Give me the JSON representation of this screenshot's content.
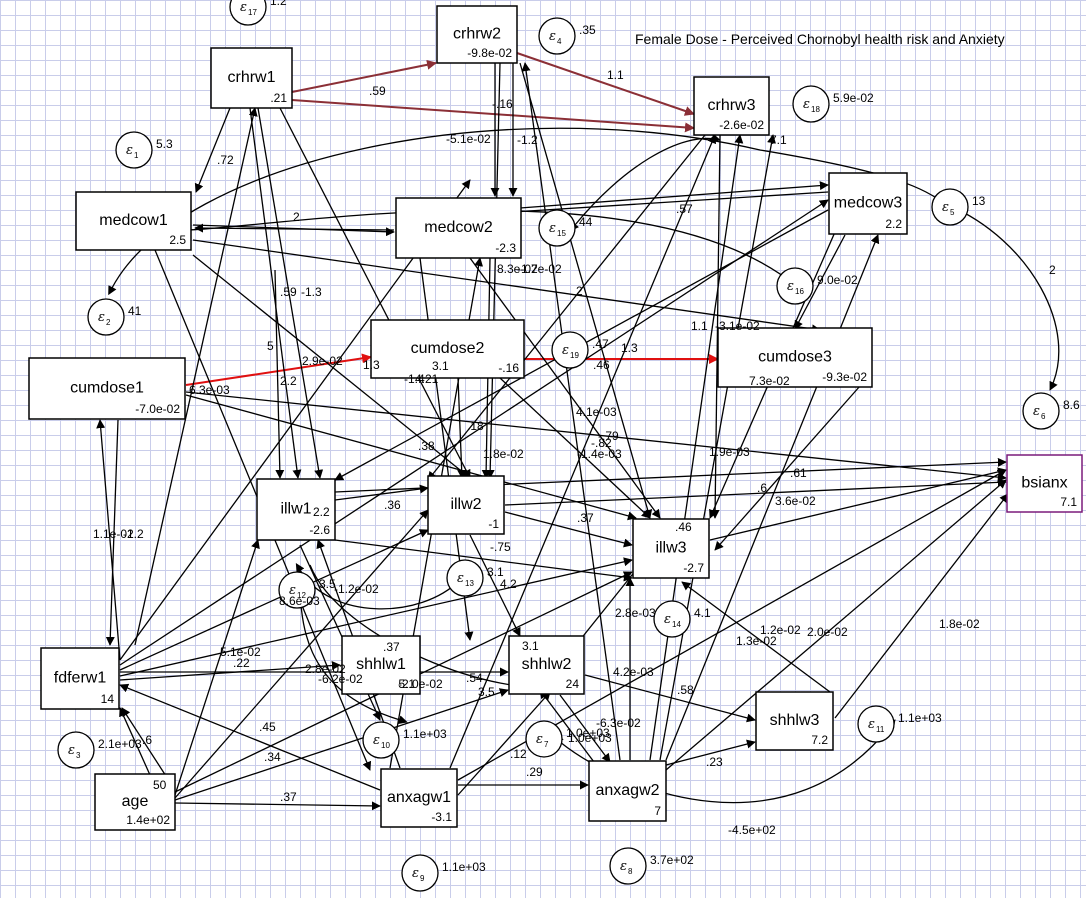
{
  "title": "Female Dose - Perceived Chornobyl health risk and Anxiety",
  "colors": {
    "line": "#000000",
    "maroon": "#8b2f36",
    "red": "#e01010",
    "purple": "#7a1a7a"
  },
  "nodes": [
    {
      "id": "crhrw1",
      "label": "crhrw1",
      "value": ".21"
    },
    {
      "id": "crhrw2",
      "label": "crhrw2",
      "value": "-9.8e-02"
    },
    {
      "id": "crhrw3",
      "label": "crhrw3",
      "value": "-2.6e-02"
    },
    {
      "id": "medcow1",
      "label": "medcow1",
      "value": "2.5"
    },
    {
      "id": "medcow2",
      "label": "medcow2",
      "value": "-2.3"
    },
    {
      "id": "medcow3",
      "label": "medcow3",
      "value": "2.2"
    },
    {
      "id": "cumdose1",
      "label": "cumdose1",
      "value": "-7.0e-02"
    },
    {
      "id": "cumdose2",
      "label": "cumdose2",
      "value": "-.16"
    },
    {
      "id": "cumdose3",
      "label": "cumdose3",
      "value": "-9.3e-02"
    },
    {
      "id": "illw1",
      "label": "illw1",
      "value": "-2.6"
    },
    {
      "id": "illw2",
      "label": "illw2",
      "value": "-1"
    },
    {
      "id": "illw3",
      "label": "illw3",
      "value": "-2.7"
    },
    {
      "id": "shhlw1",
      "label": "shhlw1",
      "value": "5.1"
    },
    {
      "id": "shhlw2",
      "label": "shhlw2",
      "value": "24"
    },
    {
      "id": "shhlw3",
      "label": "shhlw3",
      "value": "7.2"
    },
    {
      "id": "anxagw1",
      "label": "anxagw1",
      "value": "-3.1"
    },
    {
      "id": "anxagw2",
      "label": "anxagw2",
      "value": "7"
    },
    {
      "id": "fdferw1",
      "label": "fdferw1",
      "value": "14"
    },
    {
      "id": "age",
      "label": "age",
      "value": "1.4e+02"
    },
    {
      "id": "bsianx",
      "label": "bsianx",
      "value": "7.1"
    }
  ],
  "errors": [
    {
      "id": "e17",
      "num": "17",
      "variance": "1.2"
    },
    {
      "id": "e4",
      "num": "4",
      "variance": ".35"
    },
    {
      "id": "e18",
      "num": "18",
      "variance": "5.9e-02"
    },
    {
      "id": "e1",
      "num": "1",
      "variance": "5.3"
    },
    {
      "id": "e15",
      "num": "15",
      "variance": "44"
    },
    {
      "id": "e5",
      "num": "5",
      "variance": "13"
    },
    {
      "id": "e2",
      "num": "2",
      "variance": "41"
    },
    {
      "id": "e16",
      "num": "16",
      "variance": "9.0e-02"
    },
    {
      "id": "e19",
      "num": "19",
      "variance": ".47"
    },
    {
      "id": "e6",
      "num": "6",
      "variance": "8.6"
    },
    {
      "id": "e12",
      "num": "12",
      "variance": "3.5"
    },
    {
      "id": "e13",
      "num": "13",
      "variance": "3.1"
    },
    {
      "id": "e14",
      "num": "14",
      "variance": "4.1"
    },
    {
      "id": "e10",
      "num": "10",
      "variance": "1.1e+03"
    },
    {
      "id": "e7",
      "num": "7",
      "variance": "1.0e+03"
    },
    {
      "id": "e11",
      "num": "11",
      "variance": "1.1e+03"
    },
    {
      "id": "e3",
      "num": "3",
      "variance": "2.1e+03"
    },
    {
      "id": "e9",
      "num": "9",
      "variance": "1.1e+03"
    },
    {
      "id": "e8",
      "num": "8",
      "variance": "3.7e+02"
    }
  ],
  "coefficients": [
    {
      "id": "c1",
      "text": ".59"
    },
    {
      "id": "c2",
      "text": "1.1"
    },
    {
      "id": "c3",
      "text": "-.16"
    },
    {
      "id": "c4",
      "text": "-5.1e-02"
    },
    {
      "id": "c5",
      "text": "-1.2"
    },
    {
      "id": "c6",
      "text": "7.1"
    },
    {
      "id": "c7",
      "text": ".72"
    },
    {
      "id": "c8",
      "text": "2"
    },
    {
      "id": "c9",
      "text": ".57"
    },
    {
      "id": "c10",
      "text": "8.3e-02"
    },
    {
      "id": "c11",
      "text": "-1.7e-02"
    },
    {
      "id": "c12",
      "text": "2"
    },
    {
      "id": "c13",
      "text": ".59"
    },
    {
      "id": "c14",
      "text": "-1.3"
    },
    {
      "id": "c15",
      "text": "1.1"
    },
    {
      "id": "c16",
      "text": "-3.1e-02"
    },
    {
      "id": "c17",
      "text": "5"
    },
    {
      "id": "c18",
      "text": "2.9e-02"
    },
    {
      "id": "c19",
      "text": "1.3"
    },
    {
      "id": "c20",
      "text": "3.1"
    },
    {
      "id": "c21",
      "text": "1.3"
    },
    {
      "id": "c22",
      "text": ".46"
    },
    {
      "id": "c23",
      "text": "7.3e-02"
    },
    {
      "id": "c24",
      "text": "6.3e-03"
    },
    {
      "id": "c25",
      "text": "2.2"
    },
    {
      "id": "c26",
      "text": "-1.4"
    },
    {
      "id": "c27",
      "text": "4.21"
    },
    {
      "id": "c28",
      "text": "4.1e-03"
    },
    {
      "id": "c29",
      "text": ".18"
    },
    {
      "id": "c30",
      "text": ".38"
    },
    {
      "id": "c31",
      "text": "1.8e-02"
    },
    {
      "id": "c32",
      "text": "-.79"
    },
    {
      "id": "c33",
      "text": "-1.4e-03"
    },
    {
      "id": "c34",
      "text": "-.82"
    },
    {
      "id": "c35",
      "text": "1.9e-03"
    },
    {
      "id": "c36",
      "text": ".61"
    },
    {
      "id": "c37",
      "text": ".6"
    },
    {
      "id": "c38",
      "text": "3.6e-02"
    },
    {
      "id": "c39",
      "text": "1.1e-02"
    },
    {
      "id": "c40",
      "text": "-1.2"
    },
    {
      "id": "c41",
      "text": ".36"
    },
    {
      "id": "c42",
      "text": ".37"
    },
    {
      "id": "c43",
      "text": ".46"
    },
    {
      "id": "c44",
      "text": "-.75"
    },
    {
      "id": "c45",
      "text": "2.2"
    },
    {
      "id": "c46",
      "text": "8.6e-03"
    },
    {
      "id": "c47",
      "text": "-1.2e-02"
    },
    {
      "id": "c48",
      "text": "4.2"
    },
    {
      "id": "c49",
      "text": "2.8e-03"
    },
    {
      "id": "c50",
      "text": "1.2e-02"
    },
    {
      "id": "c51",
      "text": "2.0e-02"
    },
    {
      "id": "c52",
      "text": "1.3e-02"
    },
    {
      "id": "c53",
      "text": "1.8e-02"
    },
    {
      "id": "c54",
      "text": "5.1e-02"
    },
    {
      "id": "c55",
      "text": ".22"
    },
    {
      "id": "c56",
      "text": "3.1"
    },
    {
      "id": "c57",
      "text": ".37"
    },
    {
      "id": "c58",
      "text": "2.8e-02"
    },
    {
      "id": "c59",
      "text": "-6.2e-02"
    },
    {
      "id": "c60",
      "text": "-2.0e-02"
    },
    {
      "id": "c61",
      "text": ".54"
    },
    {
      "id": "c62",
      "text": "3.5"
    },
    {
      "id": "c63",
      "text": "4.2e-03"
    },
    {
      "id": "c64",
      "text": ".58"
    },
    {
      "id": "c65",
      "text": ".6"
    },
    {
      "id": "c66",
      "text": ".45"
    },
    {
      "id": "c67",
      "text": ".34"
    },
    {
      "id": "c68",
      "text": ".37"
    },
    {
      "id": "c69",
      "text": "50"
    },
    {
      "id": "c70",
      "text": ".12"
    },
    {
      "id": "c71",
      "text": ".29"
    },
    {
      "id": "c72",
      "text": "-6.3e-02"
    },
    {
      "id": "c73",
      "text": "1.0e+03"
    },
    {
      "id": "c74",
      "text": ".23"
    },
    {
      "id": "c75",
      "text": "-4.5e+02"
    },
    {
      "id": "c76",
      "text": "2"
    }
  ]
}
